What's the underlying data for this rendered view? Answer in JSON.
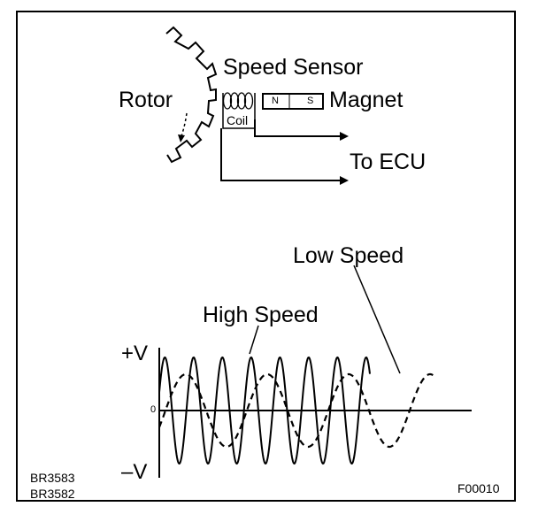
{
  "labels": {
    "speed_sensor": "Speed Sensor",
    "rotor": "Rotor",
    "magnet": "Magnet",
    "coil": "Coil",
    "magnet_n": "N",
    "magnet_s": "S",
    "to_ecu": "To ECU",
    "low_speed": "Low Speed",
    "high_speed": "High Speed",
    "plus_v": "+V",
    "minus_v": "–V",
    "zero": "0",
    "code_1": "BR3583",
    "code_2": "BR3582",
    "figure_id": "F00010"
  },
  "colors": {
    "stroke": "#000000",
    "background": "#ffffff"
  }
}
